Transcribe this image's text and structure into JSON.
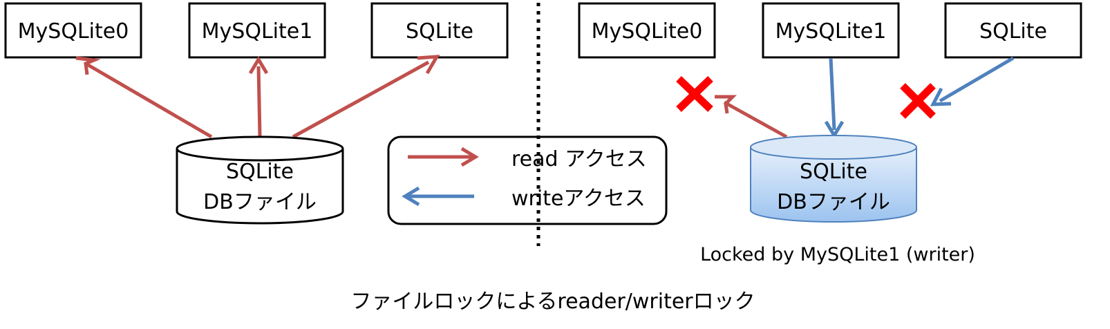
{
  "left": {
    "nodes": [
      "MySQLite0",
      "MySQLite1",
      "SQLite"
    ],
    "db_line1": "SQLite",
    "db_line2": "DBファイル"
  },
  "right": {
    "nodes": [
      "MySQLite0",
      "MySQLite1",
      "SQLite"
    ],
    "db_line1": "SQLite",
    "db_line2": "DBファイル",
    "lock_note": "Locked by MySQLite1 (writer)"
  },
  "legend": {
    "read_label": "read アクセス",
    "write_label": "writeアクセス"
  },
  "caption": "ファイルロックによるreader/writerロック",
  "colors": {
    "read_arrow": "#c0504d",
    "write_arrow": "#4f81bd",
    "blocked_mark": "#ff0000",
    "locked_db_fill_top": "#e6f0fc",
    "locked_db_fill_bottom": "#9cc3ef"
  },
  "icons": {
    "blocked": "cross-mark-icon"
  }
}
